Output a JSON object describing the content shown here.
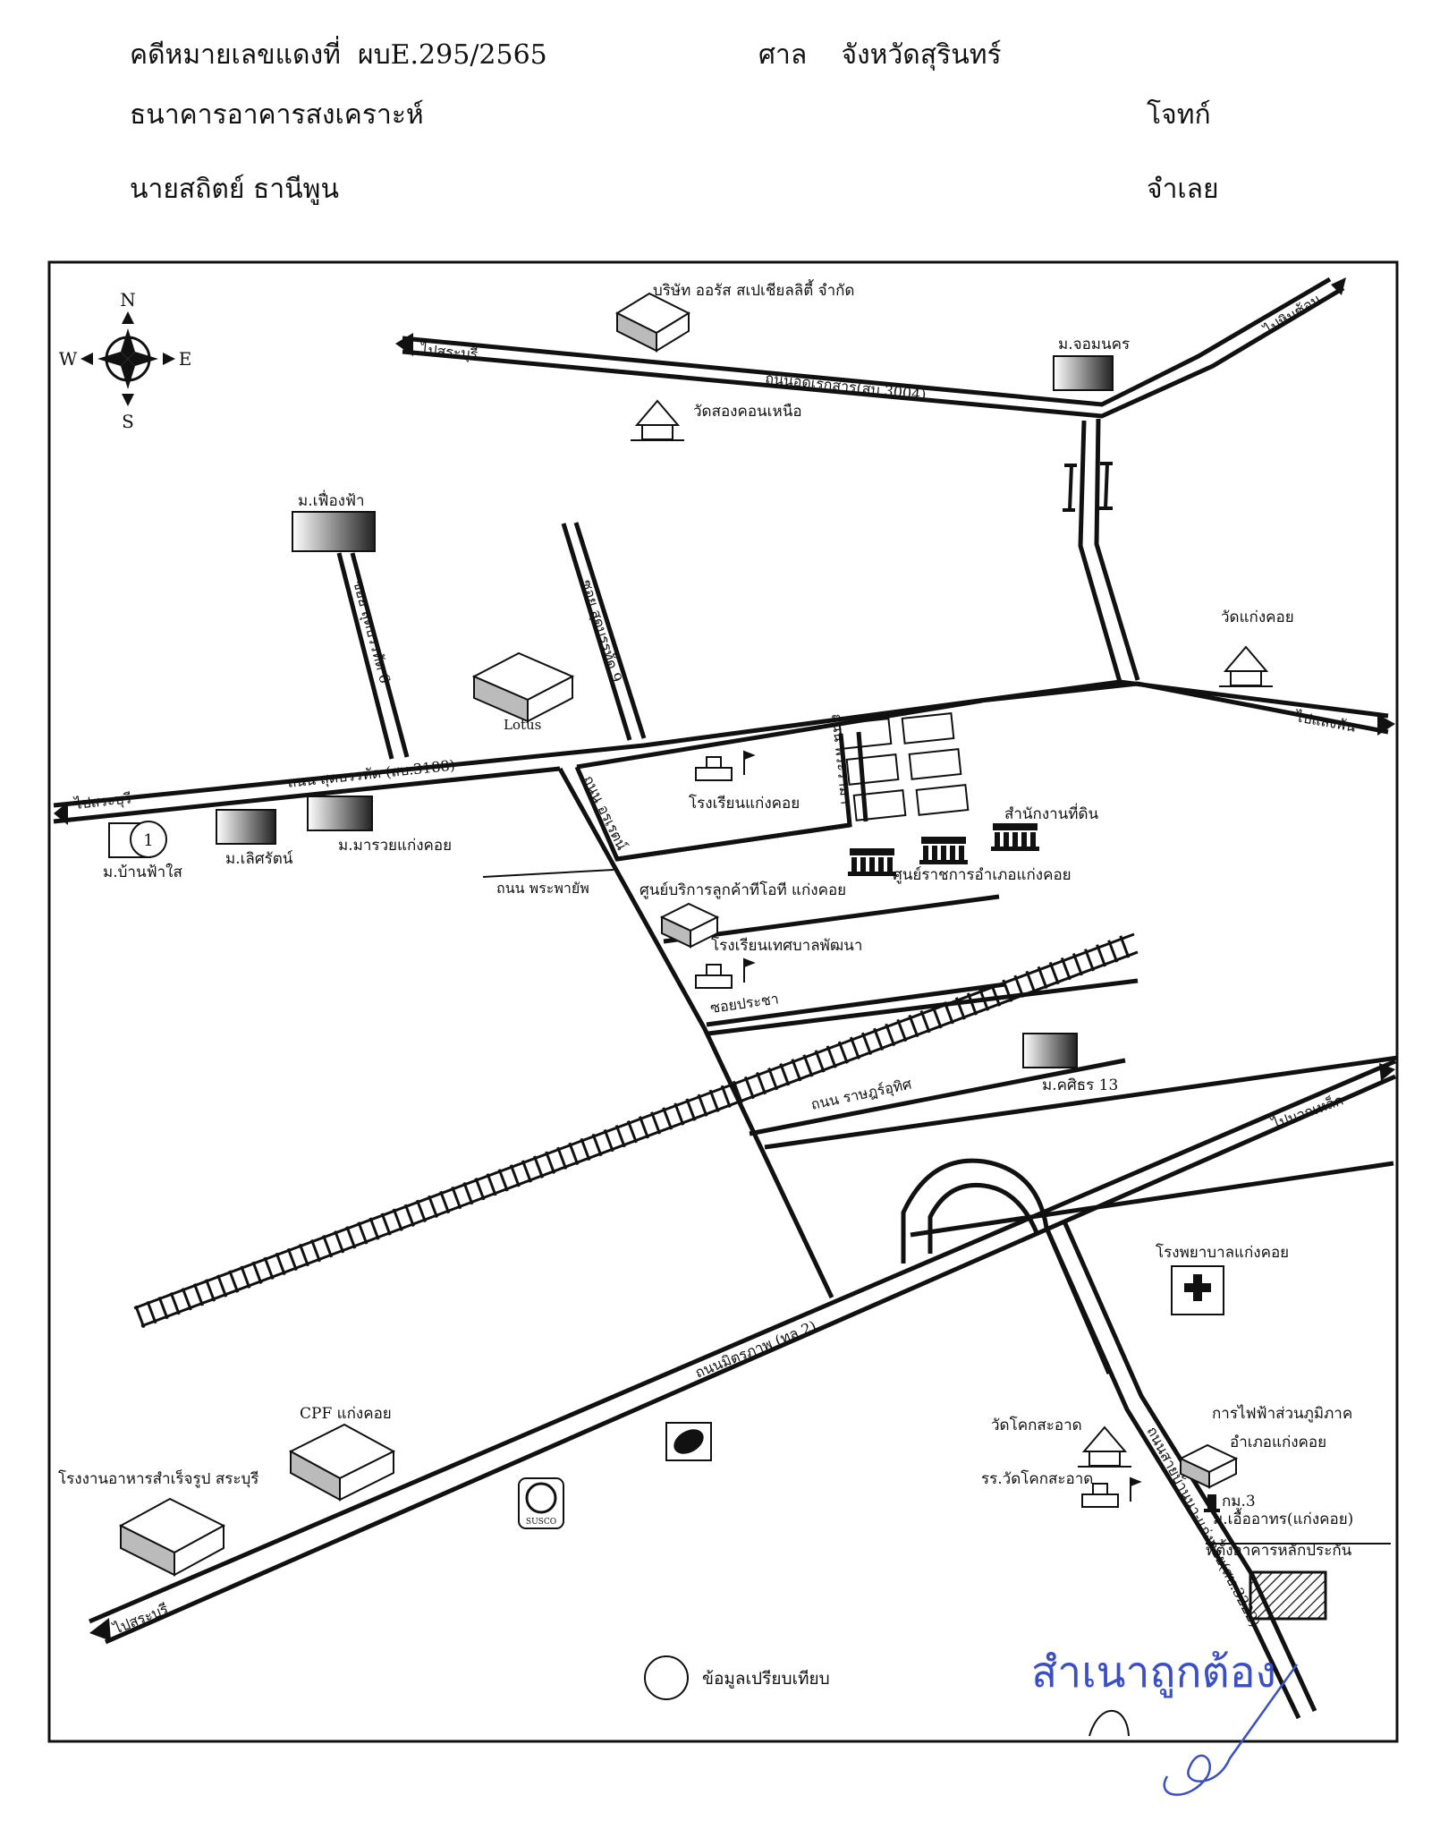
{
  "header": {
    "case_label": "คดีหมายเลขแดงที่",
    "case_number": "ผบE.295/2565",
    "court_label": "ศาล",
    "court_name": "จังหวัดสุรินทร์",
    "plaintiff_name": "ธนาคารอาคารสงเคราะห์",
    "plaintiff_role": "โจทก์",
    "defendant_name": "นายสถิตย์ ธานีพูน",
    "defendant_role": "จำเลย"
  },
  "compass": {
    "n": "N",
    "s": "S",
    "e": "E",
    "w": "W"
  },
  "roads": {
    "adisorn": "ถนนอดิเรกสาร(สบ.3004)",
    "suddhaburi": "ถนน สุดบรรทัด (สบ.3188)",
    "mittraphap": "ถนนมิตรภาพ (ทล.2)",
    "phra_phai": "ถนน พระพายัพ",
    "kaeng_khoi_route": "ถนนสายบ้านนา-แก่งคอย(สบ.3222)",
    "rat_uthit": "ถนน ราษฎร์อุทิศ",
    "soi_pracha": "ซอยประชา",
    "soi_suddhaburi_6": "ซอย สุดบรรทัด 6",
    "soi_suddhaburi_9": "ซอย สุดบรรทัด 9",
    "phra_ram_rd": "ถนน พระรามฯ",
    "rd_u_rot": "ถนน อุรเรตน์"
  },
  "directions": {
    "to_saraburi_top": "ไปสระบุรี",
    "to_hin_son": "ไปหินซ้อน",
    "to_saeng_phan": "ไปแสงพัน",
    "to_saraburi_mid": "ไปสระบุรี",
    "to_muak_lek": "ไปมวกเหล็ก",
    "to_saraburi_bottom": "ไปสระบุรี"
  },
  "landmarks": {
    "company": "บริษัท ออรัส สเปเชียลลิตี้ จำกัด",
    "wat_song_khon": "วัดสองคอนเหนือ",
    "moo_chomnakorn": "ม.จอมนคร",
    "moo_fueang_fa": "ม.เฟื่องฟ้า",
    "lotus": "Lotus",
    "wat_kaeng_khoi": "วัดแก่งคอย",
    "rongrian_kaeng_khoi": "โรงเรียนแก่งคอย",
    "land_office": "สำนักงานที่ดิน",
    "district_center": "ศูนย์ราชการอำเภอแก่งคอย",
    "tot_center": "ศูนย์บริการลูกค้าทีโอที แก่งคอย",
    "tessaban_school": "โรงเรียนเทศบาลพัฒนา",
    "ban_fa_sai": "ม.บ้านฟ้าใส",
    "lert_rat": "ม.เลิศรัตน์",
    "marui_kaeng_khoi": "ม.มารวยแก่งคอย",
    "kasiri_13": "ม.คศิธร 13",
    "hospital": "โรงพยาบาลแก่งคอย",
    "cpf": "CPF แก่งคอย",
    "food_factory": "โรงงานอาหารสำเร็จรูป สระบุรี",
    "wat_khok_sa_at": "วัดโคกสะอาด",
    "school_khok_sa_at": "รร.วัดโคกสะอาด",
    "pea_line1": "การไฟฟ้าส่วนภูมิภาค",
    "pea_line2": "อำเภอแก่งคอย",
    "km3": "กม.3",
    "moo_uea_athorn": "ม.เอื้ออาทร(แก่งคอย)",
    "collateral_site": "ที่ตั้งอาคารหลักประกัน",
    "comparison_marker": "1",
    "susco": "SUSCO"
  },
  "legend": {
    "comparison": "ข้อมูลเปรียบเทียบ"
  },
  "stamp": {
    "certified_copy": "สำเนาถูกต้อง"
  },
  "colors": {
    "stamp_blue": "#3b4fc4",
    "ink": "#111111"
  }
}
